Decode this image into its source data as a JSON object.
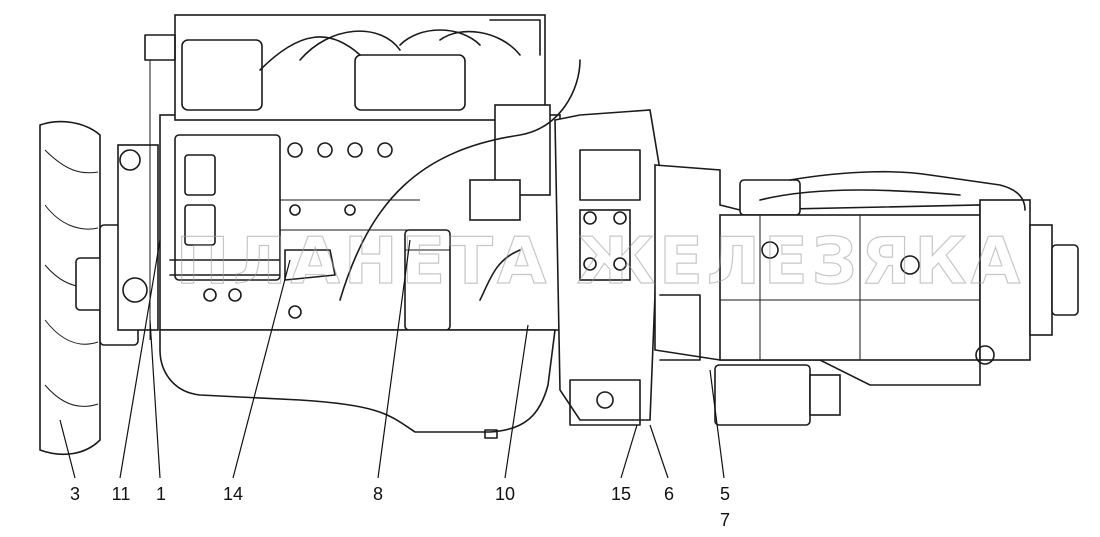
{
  "watermark": "ПЛАНЕТА ЖЕЛЕЗЯКА",
  "callouts": {
    "c3": "3",
    "c11": "11",
    "c1": "1",
    "c14": "14",
    "c8": "8",
    "c10": "10",
    "c15": "15",
    "c6": "6",
    "c5": "5",
    "c7": "7"
  },
  "line_color": "#1a1a1a",
  "watermark_color": "#9a9a9a"
}
